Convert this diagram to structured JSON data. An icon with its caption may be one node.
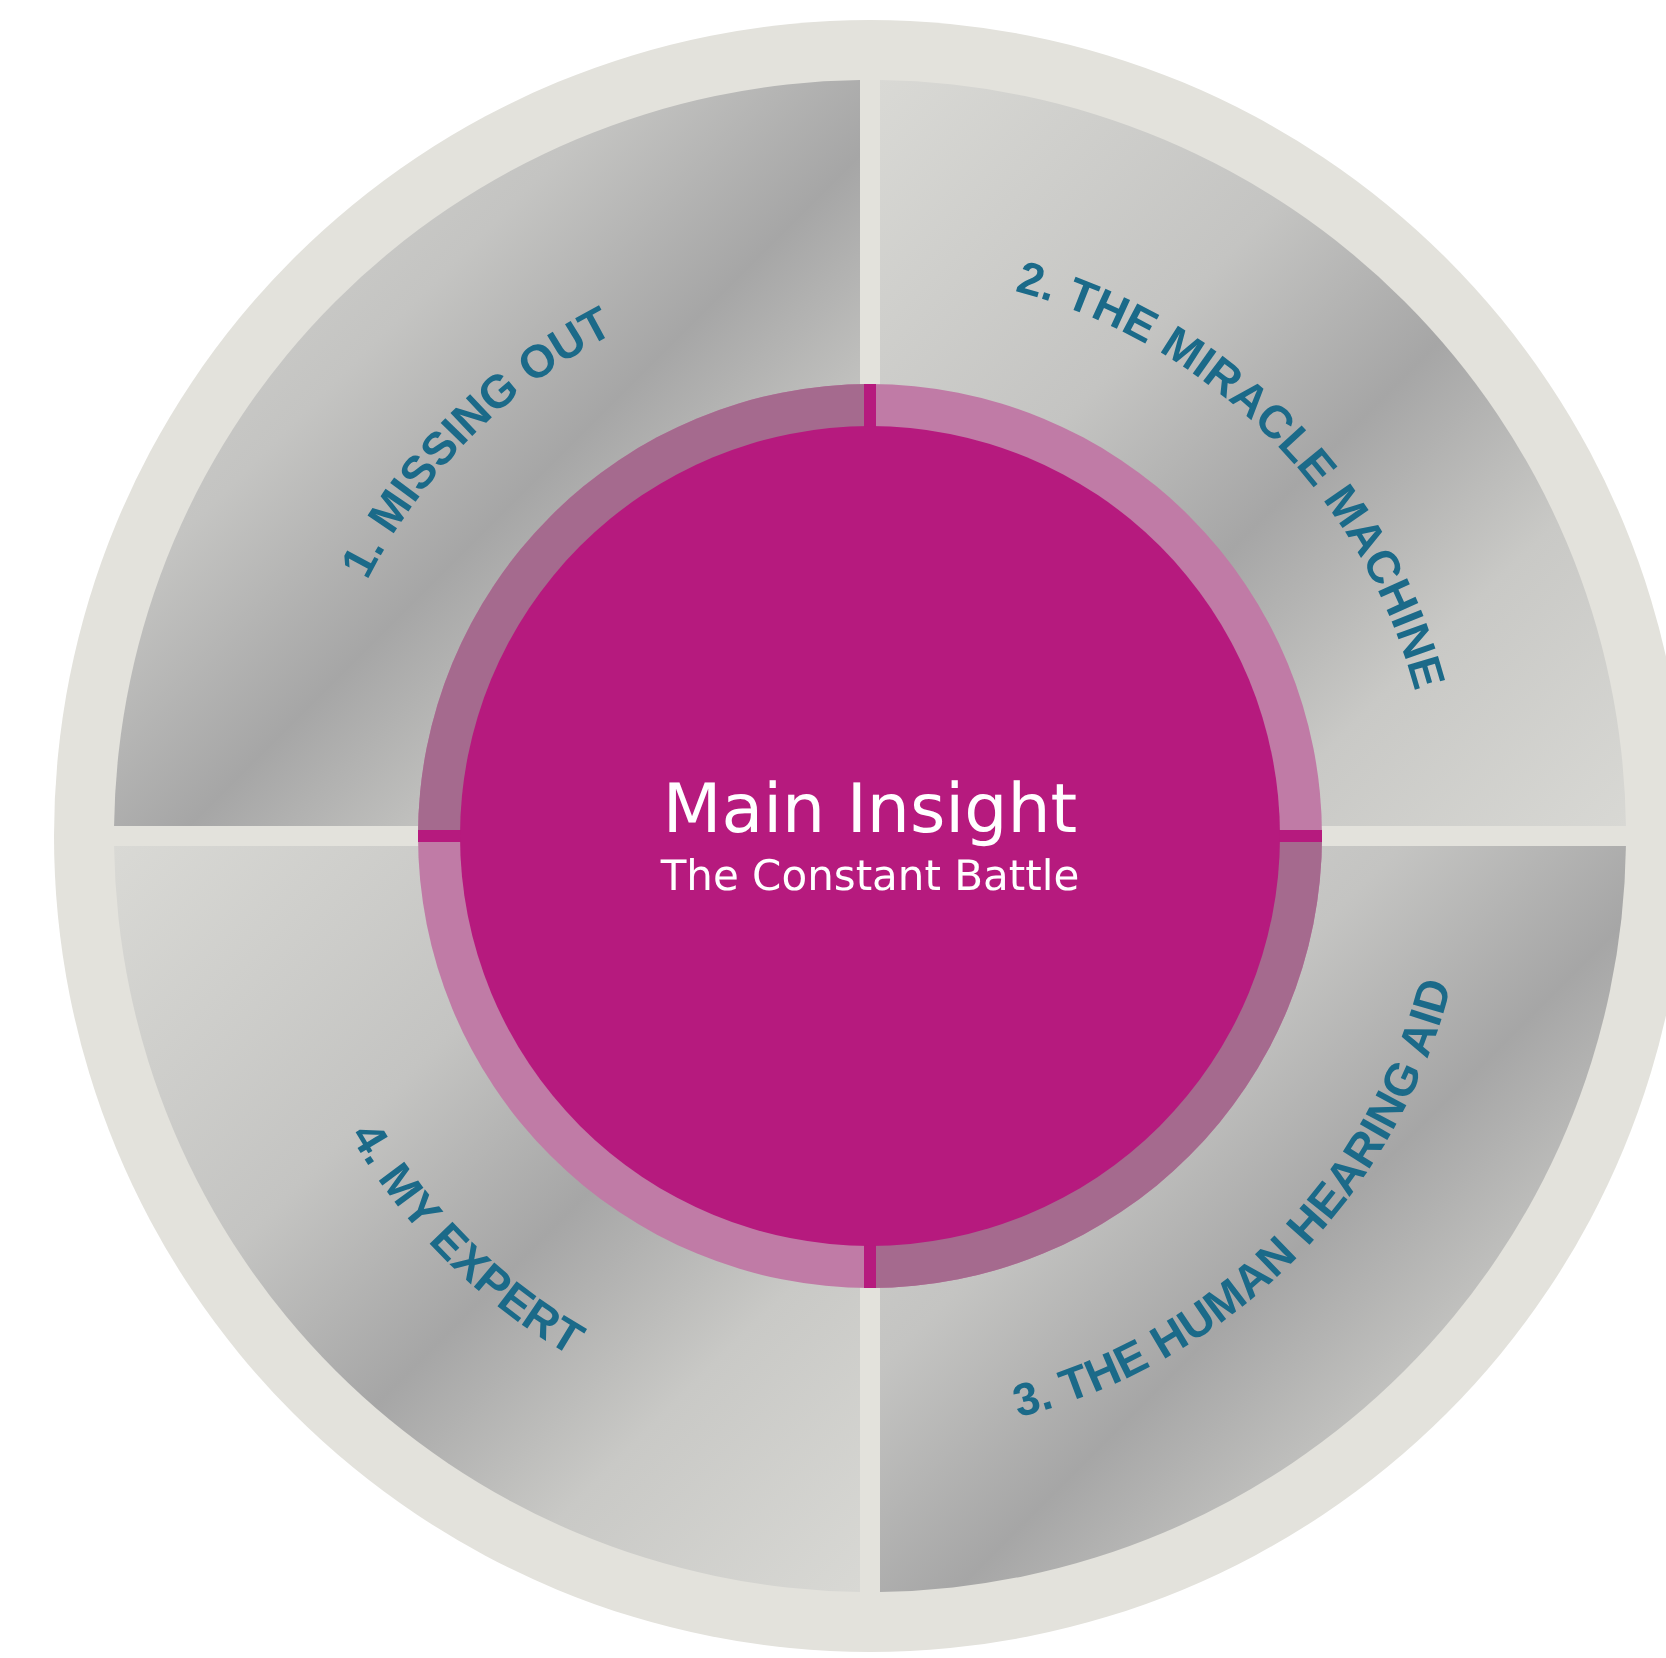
{
  "diagram": {
    "nodes": [
      {
        "text": [
          "Main Insight",
          "The Constant Battle"
        ]
      },
      {
        "text": [
          "1. MISSING OUT"
        ]
      },
      {
        "text": [
          "2. THE MIRACLE MACHINE"
        ]
      },
      {
        "text": [
          "3. THE HUMAN HEARING AID"
        ]
      },
      {
        "text": [
          "4. MY EXPERT"
        ]
      }
    ]
  }
}
